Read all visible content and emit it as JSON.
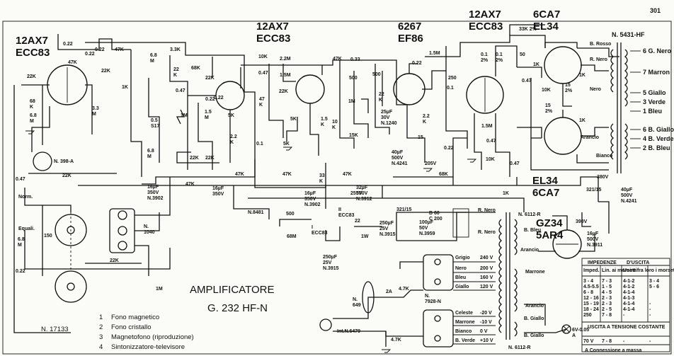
{
  "page_number": "301",
  "title_line1": "AMPLIFICATORE",
  "title_line2": "G. 232 HF-N",
  "tubes": [
    {
      "l1": "12AX7",
      "l2": "ECC83"
    },
    {
      "l1": "12AX7",
      "l2": "ECC83"
    },
    {
      "l1": "6267",
      "l2": "EF86"
    },
    {
      "l1": "12AX7",
      "l2": "ECC83"
    },
    {
      "l1": "6CA7",
      "l2": "EL34"
    },
    {
      "l1": "EL34",
      "l2": "6CA7"
    },
    {
      "l1": "GZ34",
      "l2": "5AR4"
    }
  ],
  "legend": [
    {
      "num": "1",
      "text": "Fono magnetico"
    },
    {
      "num": "2",
      "text": "Fono cristallo"
    },
    {
      "num": "3",
      "text": "Magnetofono (riproduzione)"
    },
    {
      "num": "4",
      "text": "Sintonizzatore-televisore"
    }
  ],
  "ref_code": "N. 17133",
  "output_transformer": {
    "code": "N. 5431-HF",
    "taps": [
      "6 G. Nero",
      "7 Marron",
      "5 Giallo",
      "3 Verde",
      "1 Bleu",
      "6 B. Giallo",
      "4 B. Verde",
      "2 B. Bleu"
    ]
  },
  "transformer_wires": [
    "B. Rosso",
    "R. Nero",
    "Nero",
    "Arancio",
    "Bianco"
  ],
  "power_transformer": {
    "code": "N. 6112-R",
    "primary": [
      {
        "wire": "Grigio",
        "volt": "240 V"
      },
      {
        "wire": "Nero",
        "volt": "200 V"
      },
      {
        "wire": "Bleu",
        "volt": "160 V"
      },
      {
        "wire": "Giallo",
        "volt": "120 V"
      },
      {
        "wire": "Celeste",
        "volt": "-20 V"
      },
      {
        "wire": "Marrone",
        "volt": "-10 V"
      },
      {
        "wire": "Bianco",
        "volt": "0 V"
      },
      {
        "wire": "B. Verde",
        "volt": "+10 V"
      }
    ],
    "secondary": [
      "R. Nero",
      "R. Nero",
      "B. Bleu",
      "Arancio",
      "Marrone",
      "Arancio",
      "B. Giallo",
      "B. Giallo"
    ]
  },
  "labels": {
    "r022a": "0.22",
    "r47k_top": "47K",
    "r022b": "0.22",
    "r47k_a": "47K",
    "r22k_a": "22K",
    "r22k_in": "22K",
    "r68k_a": "68\nK",
    "r68m_a": "6.8\nM",
    "r33m": "3.3\nM",
    "n398a": "N. 398-A",
    "r047_in": "0.47",
    "r22k_fb": "22K",
    "r3_3k": "3.3K",
    "r68k_b": "68K",
    "r22k_b": "22\nK",
    "r68m_b": "6.8\nM",
    "r1k": "1K",
    "r05": "0.5\nS17",
    "r047b": "0.47",
    "r1m": "1M",
    "r022c": "0.22",
    "r15m": "1.5\nM",
    "r22k_c": "22K",
    "r5k": "5K",
    "r22k_d": "2.2\nK",
    "r22k_e": "22K",
    "r22k_f": "22K",
    "r68m_c": "6.8\nM",
    "r47k_g": "47K",
    "c16_350a": "16µF\n350V\nN.3902",
    "c16_350b": "16µF\n350V",
    "n8481": "N.8481",
    "r10k": "10K",
    "r22m": "2.2M",
    "r047c": "0.47",
    "r15m_b": "1.5M",
    "r22k_g": "22K",
    "r47k_h": "47\nK",
    "r01": "0.1",
    "r5k_b": "5K",
    "r5k_c": "5K",
    "r15k": "1.5\nK",
    "r33k": "33\nK",
    "r47k_i": "47K",
    "r47k_j": "47K",
    "c16_350c": "16µF\n350V\nN.3902",
    "c500": "500",
    "r68m_d": "68M",
    "ecc83_ii": "II\nECC83",
    "ecc83_i": "I\nECC83",
    "r47k_k": "47K",
    "r033": "0.33",
    "c500b": "500",
    "c500c": "500",
    "r1m_b": "1M",
    "r10k_b": "10\nK",
    "r15k_b": "15K",
    "r15m_c": "1.5M",
    "r022d": "0.22",
    "r22k_h": "22\nK",
    "c25": "25µF\n30V\nN.1240",
    "r2_2k": "2.2\nK",
    "r15": "15",
    "c022": "0.22",
    "c40_500": "40µF\n500V\nN.4241",
    "v205": "205V",
    "r68k_c": "68K",
    "v255": "255V",
    "c32_350": "32µF\n350V\nN.3912",
    "r250": "250",
    "r01b": "0.1",
    "r33k2": "33K 2%",
    "c50": "50",
    "r01c": "0.1\n2%",
    "r01d": "0.1\n2%",
    "r047d": "0.47",
    "r1k_b": "1K",
    "r10k_c": "10K",
    "r15_2": "15\n2%",
    "r15_2b": "15\n2%",
    "r1k_c": "1K",
    "r1k_d": "1K",
    "r15m_d": "1.5M",
    "r047e": "0.47",
    "r10k_d": "10K",
    "r047f": "0.47",
    "r1k_e": "1K",
    "v380": "380V",
    "r3215": "321/15",
    "c40_500b": "40µF\n500V\nN.4241",
    "v390": "390V",
    "c16_500": "16µF\n500V\nN.3911",
    "b60": "B 60\nC 200",
    "r3215b": "321/15",
    "r22": "22",
    "r1w": "1W",
    "c250_25": "250µF\n25V\nN.3915",
    "c100_50": "100µF\n50V\nN.3959",
    "c250_25b": "250µF\n25V\nN.3915",
    "n7928": "N.\n7928-N",
    "n649": "N.\n649",
    "a2": "2A",
    "r47k_l": "4.7K",
    "r4_7k": "4.7K",
    "int": "Int.N.6479",
    "lamp": "6V-0.05\nA",
    "norm": "Norm.",
    "equali": "Equali.",
    "r68m_e": "6.8\nM",
    "c150": "150",
    "r022e": "0.22",
    "n1040": "N.\n1040",
    "c22k": "22K",
    "r1m_c": "1M",
    "r022f": "0.22",
    "r022g": "0.22",
    "r47k_m": "47K"
  },
  "table": {
    "header": [
      "IMPEDENZE",
      "D'USCITA"
    ],
    "cols": [
      "Imped.",
      "Lin. ai morsetti",
      "Unire fra loro i morsetti",
      ""
    ],
    "rows": [
      [
        "3 - 4",
        "7 - 3",
        "4-1-2",
        "3 - 4"
      ],
      [
        "4.5-5.5",
        "1 - 5",
        "4-1-2",
        "5 - 6"
      ],
      [
        "6 - 8",
        "4 - 5",
        "4-1-4",
        ""
      ],
      [
        "12 - 16",
        "2 - 3",
        "4-1-3",
        ""
      ],
      [
        "15 - 19",
        "2 - 3",
        "4-1-4",
        "-"
      ],
      [
        "18 - 24",
        "2 - 5",
        "4-1-4",
        "-"
      ],
      [
        "250",
        "7 - 8",
        "-",
        "-"
      ]
    ],
    "footer_title": "USCITA A TENSIONE COSTANTE",
    "footer_row": [
      "70 V",
      "7 - 8",
      "-",
      "-"
    ],
    "footnote": "A Connessione a massa"
  }
}
